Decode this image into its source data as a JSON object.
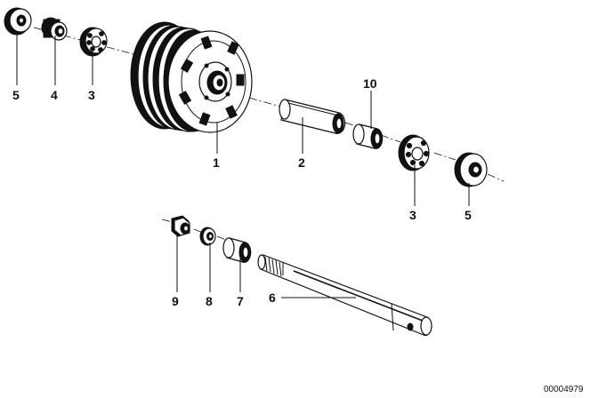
{
  "parts": {
    "p1": "1",
    "p2": "2",
    "p3a": "3",
    "p3b": "3",
    "p4": "4",
    "p5a": "5",
    "p5b": "5",
    "p6": "6",
    "p7": "7",
    "p8": "8",
    "p9": "9",
    "p10": "10"
  },
  "diagram_id": "00004979"
}
